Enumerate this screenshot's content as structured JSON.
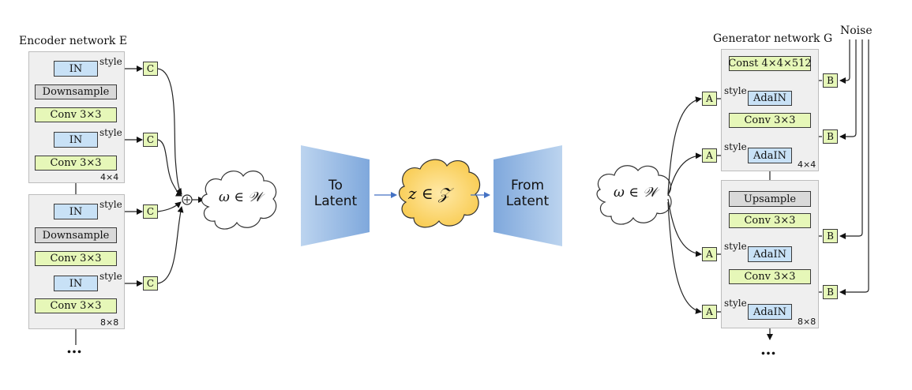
{
  "encoder": {
    "title": "Encoder network E",
    "style": "style",
    "block1": {
      "in1": "IN",
      "downsample": "Downsample",
      "conv1": "Conv 3×3",
      "in2": "IN",
      "conv2": "Conv 3×3",
      "res": "4×4"
    },
    "block2": {
      "in1": "IN",
      "downsample": "Downsample",
      "conv1": "Conv 3×3",
      "in2": "IN",
      "conv2": "Conv 3×3",
      "res": "8×8"
    },
    "c_label": "C",
    "dots": "…"
  },
  "omega_left": "ω ∈ 𝒲",
  "to_latent": {
    "line1": "To",
    "line2": "Latent"
  },
  "latent_z": "z ∈ 𝒵",
  "from_latent": {
    "line1": "From",
    "line2": "Latent"
  },
  "omega_right": "ω ∈ 𝒲",
  "generator": {
    "title": "Generator network G",
    "noise": "Noise",
    "style": "style",
    "block1": {
      "const": "Const 4×4×512",
      "adain1": "AdaIN",
      "conv": "Conv 3×3",
      "adain2": "AdaIN",
      "res": "4×4"
    },
    "block2": {
      "upsample": "Upsample",
      "conv1": "Conv 3×3",
      "adain1": "AdaIN",
      "conv2": "Conv 3×3",
      "adain2": "AdaIN",
      "res": "8×8"
    },
    "a_label": "A",
    "b_label": "B",
    "dots": "…"
  },
  "colors": {
    "in_blue": "#c8e1f6",
    "conv_green": "#e6f7b8",
    "gray_box": "#d9d9d9",
    "trapezoid_blue": "#8db4e2",
    "cloud_yellow": "#ffd966",
    "arrow_blue": "#4472c4"
  }
}
